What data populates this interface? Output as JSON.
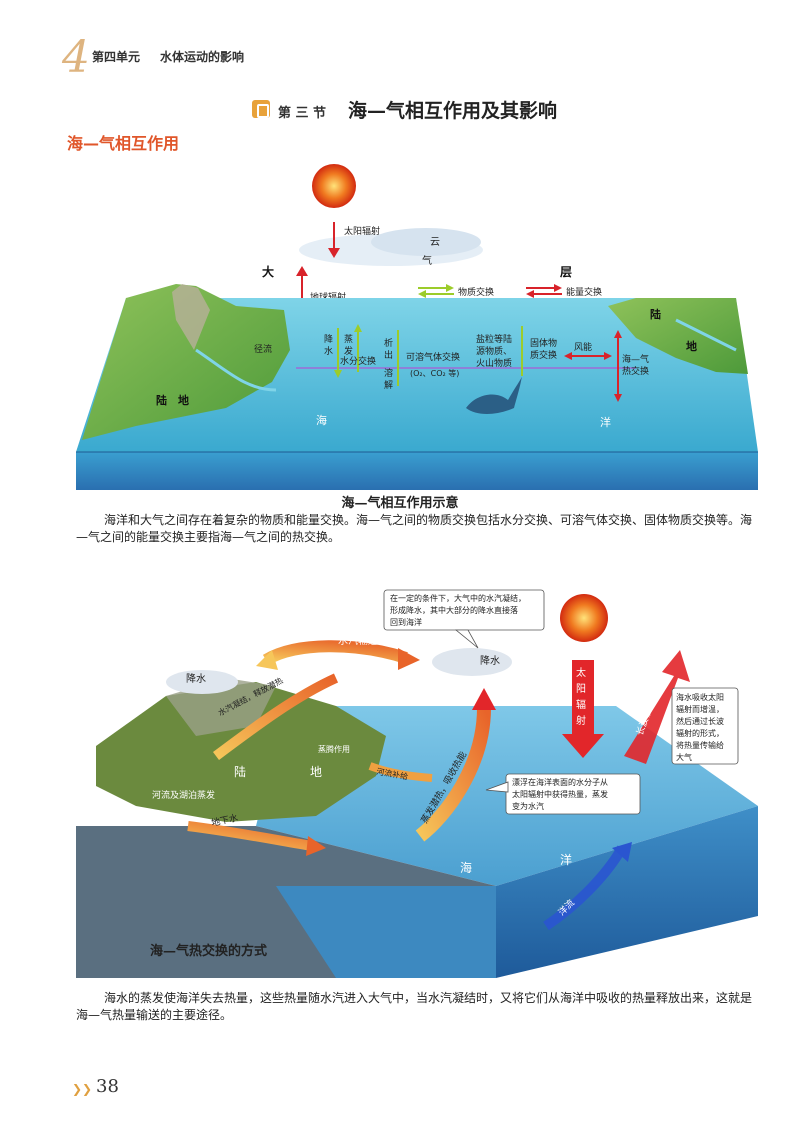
{
  "header": {
    "unit_number": "4",
    "unit_label": "第四单元",
    "unit_title": "水体运动的影响"
  },
  "section": {
    "number_label": "第 三 节",
    "title": "海—气相互作用及其影响"
  },
  "subheading": "海—气相互作用",
  "figure1": {
    "caption": "海—气相互作用示意",
    "labels": {
      "solar": "太阳辐射",
      "cloud": "云",
      "atm_1": "大",
      "atm_2": "气",
      "atm_3": "层",
      "earth_rad": "地球辐射",
      "matter_legend": "物质交换",
      "energy_legend": "能量交换",
      "land_right_1": "陆",
      "land_right_2": "地",
      "land_left": "陆　地",
      "runoff": "径流",
      "precip_1": "降",
      "precip_2": "水",
      "evap_1": "蒸",
      "evap_2": "发",
      "water_ex": "水分交换",
      "precip_out_1": "析",
      "precip_out_2": "出",
      "dissolve_1": "溶",
      "dissolve_2": "解",
      "gas_ex": "可溶气体交换",
      "gas_formula": "(O₂、CO₂ 等)",
      "salt_1": "盐粒等陆",
      "salt_2": "源物质、",
      "salt_3": "火山物质",
      "solid_1": "固体物",
      "solid_2": "质交换",
      "wind": "风能",
      "heat_1": "海—气",
      "heat_2": "热交换",
      "sea": "海",
      "ocean": "洋"
    }
  },
  "paragraph1": "海洋和大气之间存在着复杂的物质和能量交换。海—气之间的物质交换包括水分交换、可溶气体交换、固体物质交换等。海—气之间的能量交换主要指海—气之间的热交换。",
  "figure2": {
    "caption": "海—气热交换的方式",
    "callout_top": [
      "在一定的条件下，大气中的水汽凝结，",
      "形成降水，其中大部分的降水直接落",
      "回到海洋"
    ],
    "callout_right": [
      "海水吸收太阳",
      "辐射而增温，",
      "然后通过长波",
      "辐射的形式，",
      "将热量传输给",
      "大气"
    ],
    "callout_mid": [
      "漂浮在海洋表面的水分子从",
      "太阳辐射中获得热量，蒸发",
      "变为水汽"
    ],
    "labels": {
      "vapor_transport": "水汽输送",
      "precip_left": "降水",
      "precip_right": "降水",
      "condense": "水汽凝结，释放潜热",
      "transpiration": "蒸腾作用",
      "land_1": "陆",
      "land_2": "地",
      "river_supply": "河流补给",
      "evap_latent": "蒸发潜热，吸收热能",
      "lake_evap": "河流及湖泊蒸发",
      "groundwater": "地下水",
      "solar_1": "太",
      "solar_2": "阳",
      "solar_3": "辐",
      "solar_4": "射",
      "longwave": "长波辐射",
      "sea": "海",
      "ocean": "洋",
      "current": "洋流"
    }
  },
  "paragraph2": "海水的蒸发使海洋失去热量，这些热量随水汽进入大气中，当水汽凝结时，又将它们从海洋中吸收的热量释放出来，这就是海—气热量输送的主要途径。",
  "footer": {
    "page_number": "38"
  },
  "colors": {
    "accent_orange": "#e0562a",
    "sea_blue": "#3fb8d8",
    "arrow_red": "#d8232a",
    "arrow_green": "#9ccc2a"
  }
}
